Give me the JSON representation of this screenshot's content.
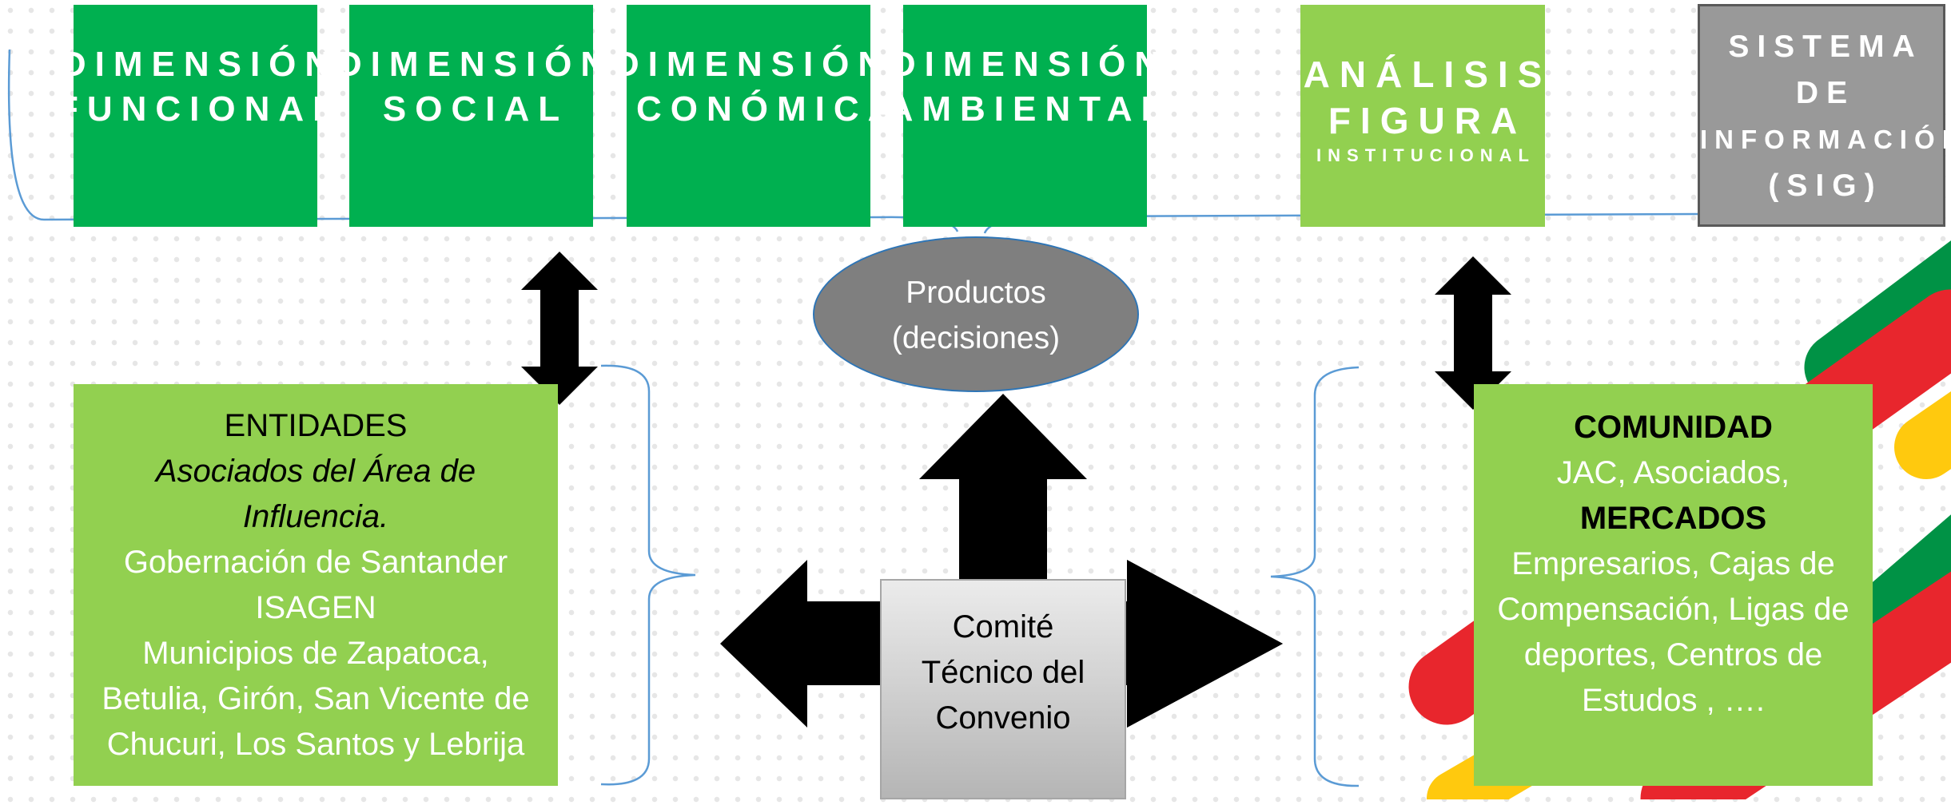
{
  "dimensions": [
    {
      "line1": "DIMENSIÓN",
      "line2": "FUNCIONAL"
    },
    {
      "line1": "DIMENSIÓN",
      "line2": "SOCIAL"
    },
    {
      "line1": "DIMENSIÓN",
      "line2": "ECONÓMICA"
    },
    {
      "line1": "DIMENSIÓN",
      "line2": "AMBIENTAL"
    }
  ],
  "analisis": {
    "line1": "ANÁLISIS",
    "line2": "FIGURA",
    "line3": "INSTITUCIONAL"
  },
  "sig": {
    "line1": "SISTEMA",
    "line2": "DE",
    "line3": "INFORMACIÓN",
    "line4": "(SIG)"
  },
  "productos": {
    "line1": "Productos",
    "line2": "(decisiones)"
  },
  "comite": {
    "line1": "Comité",
    "line2": "Técnico del",
    "line3": "Convenio"
  },
  "entidades": {
    "title": "ENTIDADES",
    "subtitle1": "Asociados del Área de",
    "subtitle2": "Influencia.",
    "item1": "Gobernación de Santander",
    "item2": "ISAGEN",
    "item3": "Municipios de Zapatoca,",
    "item4": "Betulia, Girón, San Vicente de",
    "item5": "Chucuri, Los Santos y Lebrija"
  },
  "comunidad": {
    "title": "COMUNIDAD",
    "line1": "JAC, Asociados,",
    "title2": "MERCADOS",
    "line2": "Empresarios, Cajas de",
    "line3": "Compensación, Ligas de",
    "line4": "deportes, Centros de",
    "line5": "Estudos , …."
  },
  "colors": {
    "dimension_green": "#00b050",
    "light_green": "#92d050",
    "sig_gray": "#999999",
    "connector_blue": "#5b9bd5"
  }
}
